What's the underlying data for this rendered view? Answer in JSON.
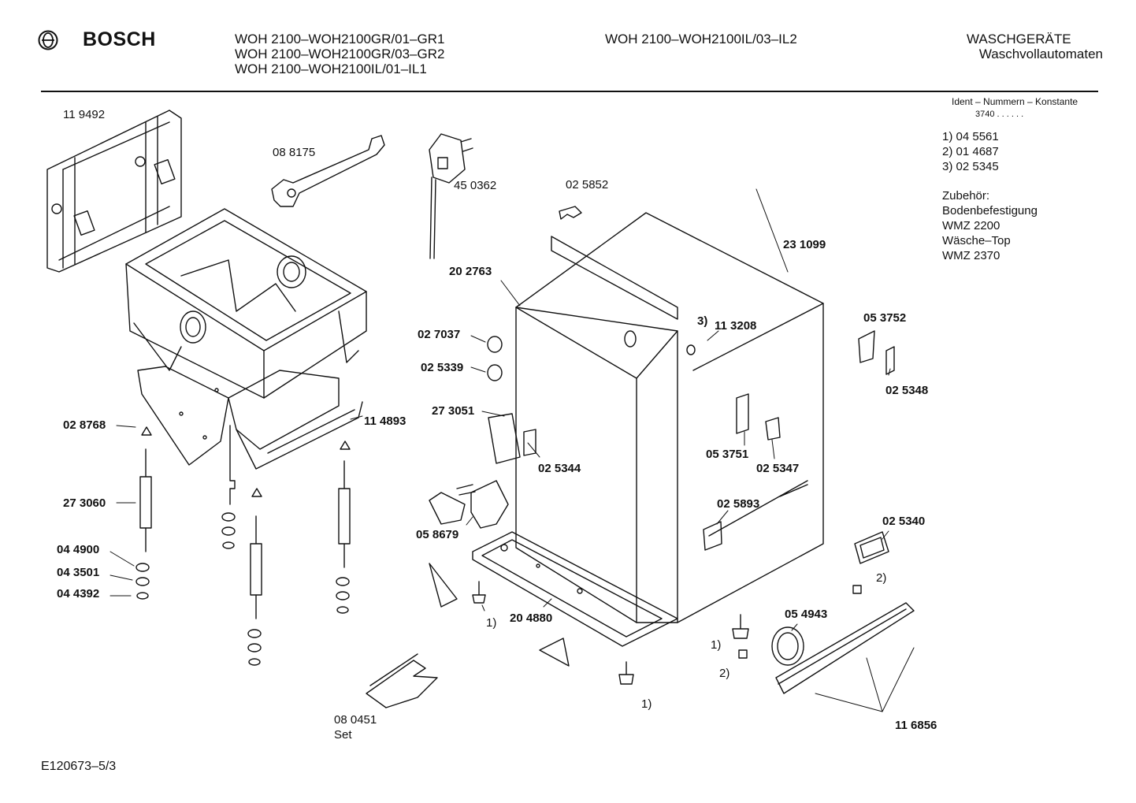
{
  "header": {
    "brand": "BOSCH",
    "models_left": [
      "WOH 2100–WOH2100GR/01–GR1",
      "WOH 2100–WOH2100GR/03–GR2",
      "WOH 2100–WOH2100IL/01–IL1"
    ],
    "models_mid": "WOH 2100–WOH2100IL/03–IL2",
    "category": [
      "WASCHGERÄTE",
      "Waschvollautomaten"
    ]
  },
  "sidebar": {
    "ident_title": "Ident – Nummern – Konstante",
    "ident_value": "3740 . . . . . .",
    "refs": [
      "1)  04 5561",
      "2)  01 4687",
      "3)  02 5345"
    ],
    "accessory_title": "Zubehör:",
    "accessories": [
      "Bodenbefestigung",
      "WMZ 2200",
      "Wäsche–Top",
      "WMZ 2370"
    ]
  },
  "parts": {
    "p119492": "11 9492",
    "p088175": "08 8175",
    "p450362": "45 0362",
    "p025852": "02 5852",
    "p231099": "23 1099",
    "p202763": "20 2763",
    "p027037": "02 7037",
    "p025339": "02 5339",
    "p273051": "27 3051",
    "p028768": "02 8768",
    "p114893": "11 4893",
    "p273060": "27 3060",
    "p044900": "04 4900",
    "p043501": "04 3501",
    "p044392": "04 4392",
    "p025344": "02 5344",
    "p058679": "05 8679",
    "p204880": "20 4880",
    "p080451": "08 0451",
    "p080451b": "Set",
    "p113208": "11 3208",
    "p053752": "05 3752",
    "p025348": "02 5348",
    "p053751": "05 3751",
    "p025347": "02 5347",
    "p025893": "02 5893",
    "p025340": "02 5340",
    "p054943": "05 4943",
    "p116856": "11 6856"
  },
  "callouts": {
    "c3": "3)",
    "c1a": "1)",
    "c1b": "1)",
    "c1c": "1)",
    "c2a": "2)",
    "c2b": "2)"
  },
  "footer": {
    "code": "E120673–5/3"
  }
}
